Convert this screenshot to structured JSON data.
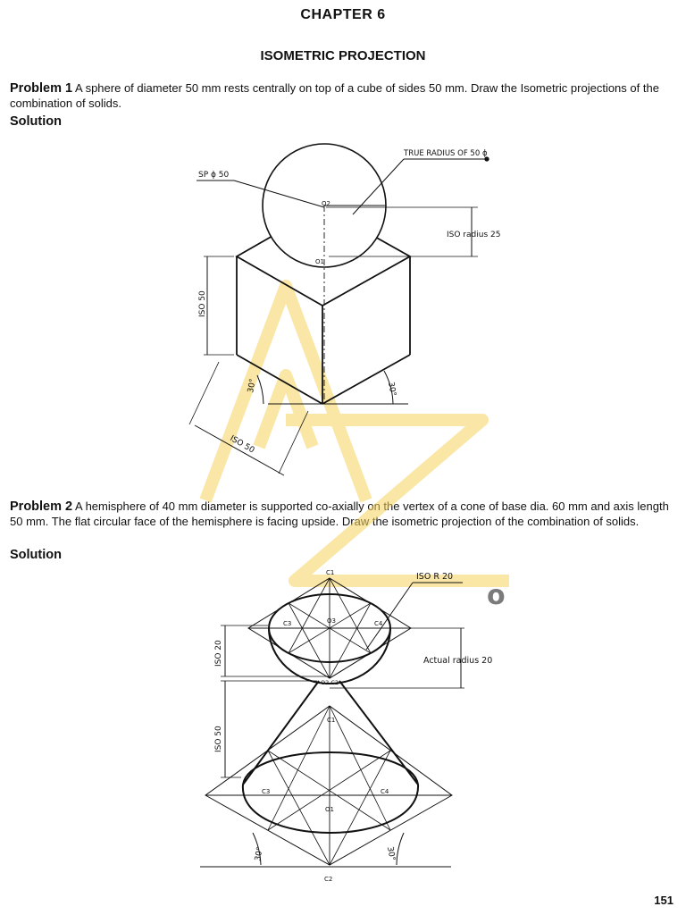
{
  "header": {
    "chapter": "CHAPTER  6",
    "section_title": "ISOMETRIC PROJECTION"
  },
  "problem1": {
    "label": "Problem 1",
    "text": "A sphere of diameter 50 mm rests centrally on top of a cube of sides 50 mm. Draw the Isometric projections of the combination of solids.",
    "solution_label": "Solution",
    "figure_labels": {
      "true_radius": "TRUE RADIUS OF 50 ϕ",
      "sp": "SP ϕ 50",
      "o2": "O2",
      "o1": "O1",
      "iso_radius": "ISO radius  25",
      "iso_50_vertical": "ISO 50",
      "iso_50_bottom": "ISO 50",
      "angle_left": "30°",
      "angle_right": "30°"
    }
  },
  "problem2": {
    "label": "Problem 2",
    "text": "A hemisphere of 40 mm diameter is supported co-axially on the vertex of a cone of base dia. 60 mm and axis length 50 mm. The flat circular face of the hemisphere is facing upside. Draw the isometric projection of the combination of solids.",
    "solution_label": "Solution",
    "figure_labels": {
      "c1_top": "C1",
      "iso_r": "ISO R 20",
      "c3_top": "C3",
      "c4_top": "C4",
      "o3": "O3",
      "o2c2": "O2 C2",
      "iso_20": "ISO 20",
      "actual_radius": "Actual radius  20",
      "c1_cone": "C1",
      "iso_50": "ISO 50",
      "c3_cone": "C3",
      "c4_cone": "C4",
      "o1": "O1",
      "angle_left": "30°",
      "angle_right": "30°",
      "c2_bottom": "C2"
    }
  },
  "watermark": {
    "text": "AZ",
    "color": "#f6d25c",
    "dot_color": "#e8401c"
  },
  "page_number": "151"
}
